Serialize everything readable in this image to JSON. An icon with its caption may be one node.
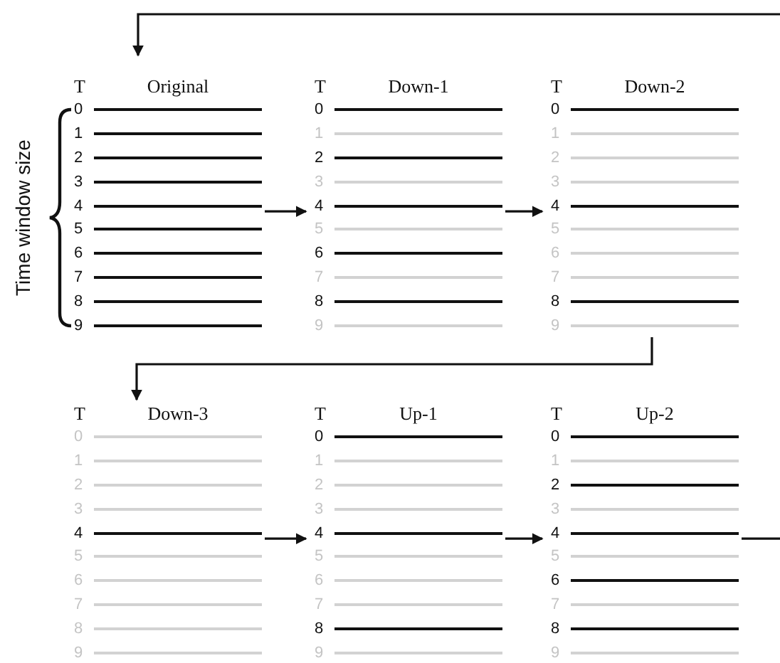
{
  "diagram": {
    "nodes": [
      {
        "text": [
          "T",
          "Original",
          "0",
          "1",
          "2",
          "3",
          "4",
          "5",
          "6",
          "7",
          "8",
          "9"
        ]
      },
      {
        "text": [
          "T",
          "Down-1",
          "0",
          "1",
          "2",
          "3",
          "4",
          "5",
          "6",
          "7",
          "8",
          "9"
        ]
      },
      {
        "text": [
          "T",
          "Down-2",
          "0",
          "1",
          "2",
          "3",
          "4",
          "5",
          "6",
          "7",
          "8",
          "9"
        ]
      },
      {
        "text": [
          "T",
          "Down-3",
          "0",
          "1",
          "2",
          "3",
          "4",
          "5",
          "6",
          "7",
          "8",
          "9"
        ]
      },
      {
        "text": [
          "T",
          "Up-1",
          "0",
          "1",
          "2",
          "3",
          "4",
          "5",
          "6",
          "7",
          "8",
          "9"
        ]
      },
      {
        "text": [
          "T",
          "Up-2",
          "0",
          "1",
          "2",
          "3",
          "4",
          "5",
          "6",
          "7",
          "8",
          "9"
        ]
      }
    ],
    "edges": [
      {
        "from": 0,
        "to": 1,
        "arrow": "to"
      },
      {
        "from": 1,
        "to": 2,
        "arrow": "to"
      },
      {
        "from": 2,
        "to": 3,
        "arrow": "to"
      },
      {
        "from": 3,
        "to": 4,
        "arrow": "to"
      },
      {
        "from": 4,
        "to": 5,
        "arrow": "to"
      },
      {
        "from": 5,
        "to": null,
        "arrow": "none"
      },
      {
        "from": null,
        "to": 0,
        "arrow": "to"
      }
    ],
    "labels": [
      "Time window size"
    ]
  }
}
